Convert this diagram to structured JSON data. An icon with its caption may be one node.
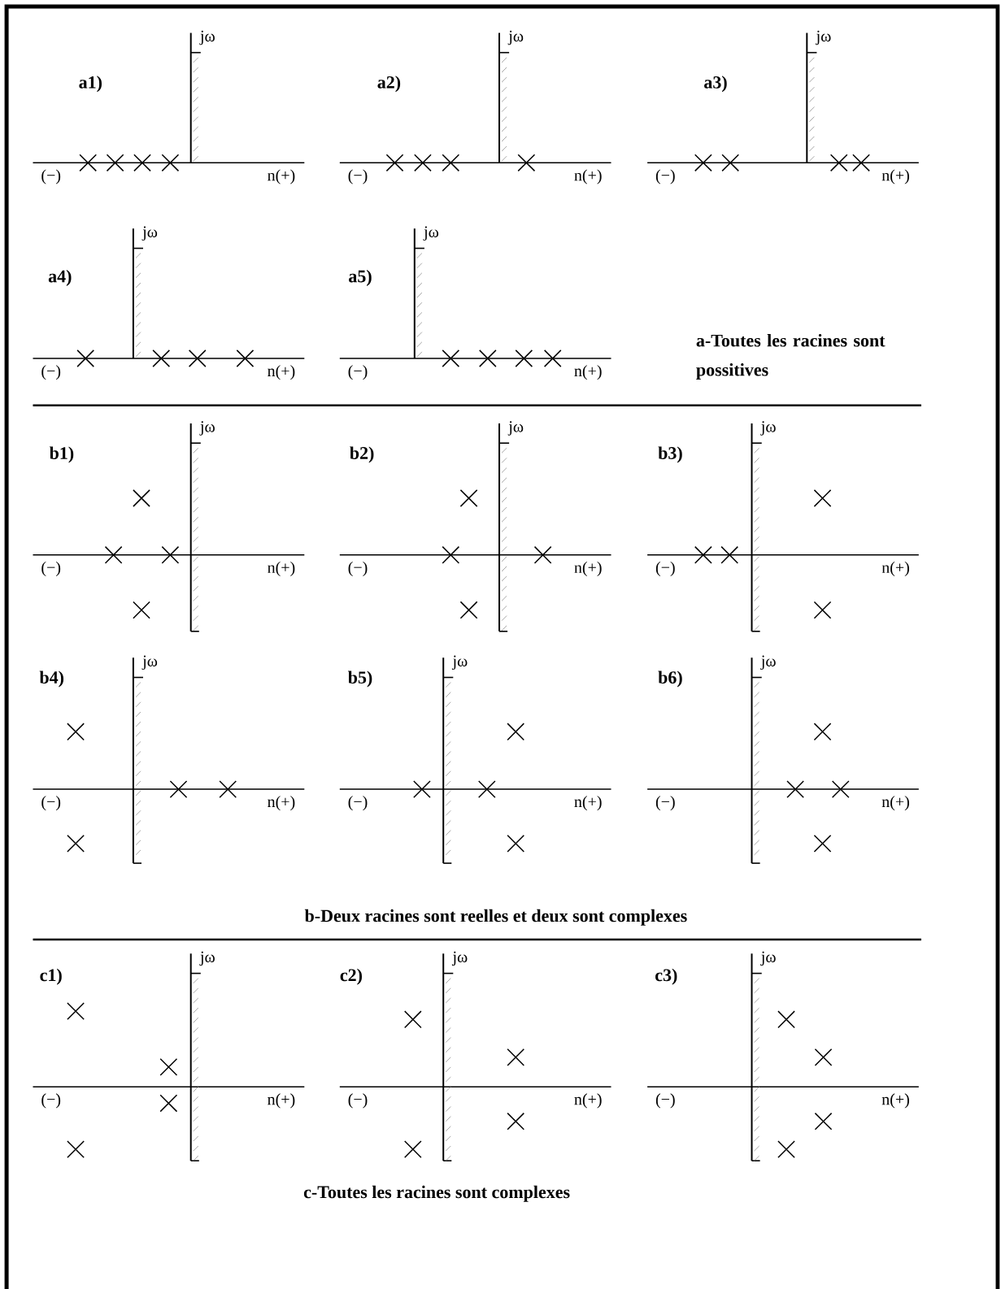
{
  "diagram": {
    "labels": [
      "a1)",
      "jω",
      "(−)",
      "n(+)",
      "a2)",
      "jω",
      "(−)",
      "n(+)",
      "a3)",
      "jω",
      "(−)",
      "n(+)",
      "a4)",
      "jω",
      "(−)",
      "n(+)",
      "a5)",
      "jω",
      "(−)",
      "n(+)",
      "a-Toutes les racines sont possitives",
      "b1)",
      "jω",
      "(−)",
      "n(+)",
      "b2)",
      "jω",
      "(−)",
      "n(+)",
      "b3)",
      "jω",
      "(−)",
      "n(+)",
      "b4)",
      "jω",
      "(−)",
      "n(+)",
      "b5)",
      "jω",
      "(−)",
      "n(+)",
      "b6)",
      "jω",
      "(−)",
      "n(+)",
      "b-Deux racines sont reelles et deux sont complexes",
      "c1)",
      "jω",
      "(−)",
      "n(+)",
      "c2)",
      "jω",
      "(−)",
      "n(+)",
      "c3)",
      "jω",
      "(−)",
      "n(+)",
      "c-Toutes les racines sont complexes"
    ]
  }
}
